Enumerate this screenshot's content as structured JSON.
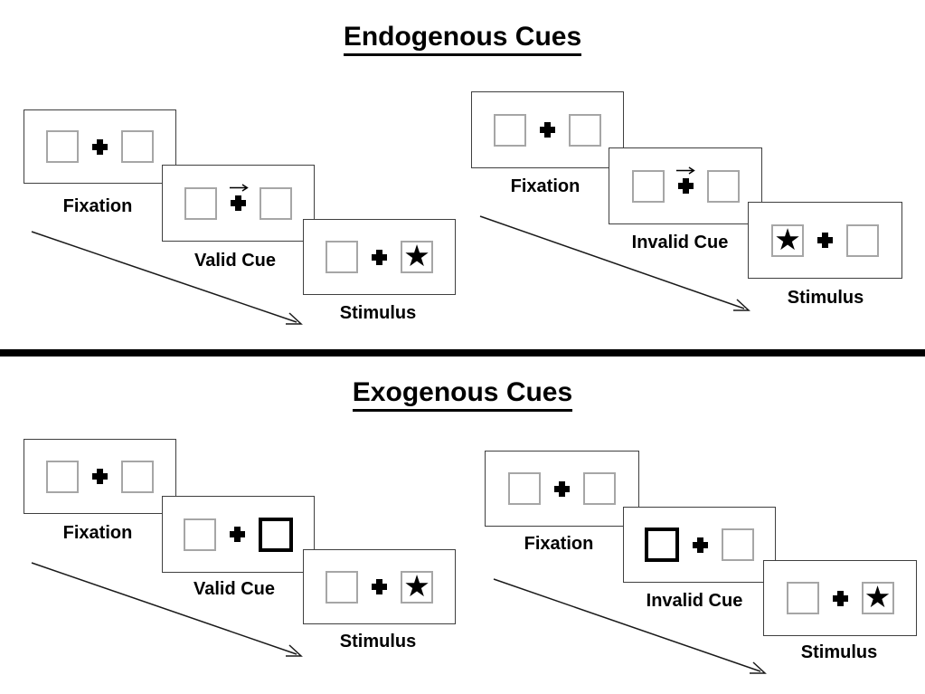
{
  "sections": [
    {
      "id": "endogenous",
      "title": "Endogenous Cues",
      "sequences": [
        {
          "id": "endogenous-valid",
          "panels": [
            {
              "label": "Fixation"
            },
            {
              "label": "Valid Cue"
            },
            {
              "label": "Stimulus"
            }
          ]
        },
        {
          "id": "endogenous-invalid",
          "panels": [
            {
              "label": "Fixation"
            },
            {
              "label": "Invalid Cue"
            },
            {
              "label": "Stimulus"
            }
          ]
        }
      ]
    },
    {
      "id": "exogenous",
      "title": "Exogenous Cues",
      "sequences": [
        {
          "id": "exogenous-valid",
          "panels": [
            {
              "label": "Fixation"
            },
            {
              "label": "Valid Cue"
            },
            {
              "label": "Stimulus"
            }
          ]
        },
        {
          "id": "exogenous-invalid",
          "panels": [
            {
              "label": "Fixation"
            },
            {
              "label": "Invalid Cue"
            },
            {
              "label": "Stimulus"
            }
          ]
        }
      ]
    }
  ],
  "icons": {
    "star_glyph": "★"
  },
  "colors": {
    "panel_border": "#3f3f3f",
    "placeholder_border": "#a6a6a6",
    "ink": "#000000",
    "background": "#ffffff"
  }
}
